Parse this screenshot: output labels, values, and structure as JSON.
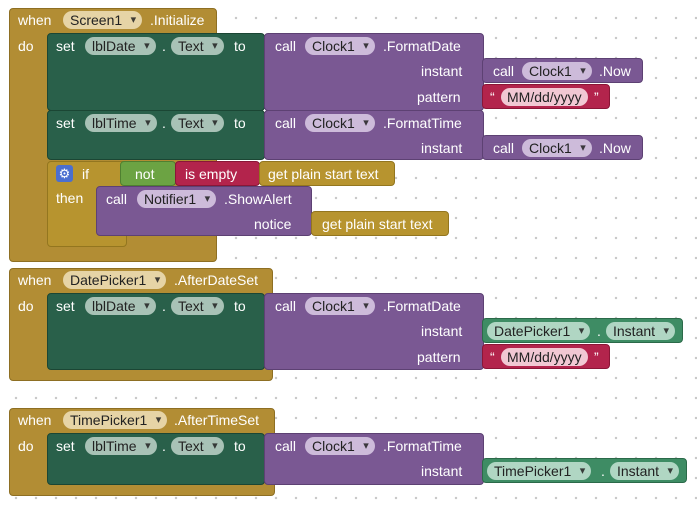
{
  "kw": {
    "when": "when",
    "do": "do",
    "set": "set",
    "to": "to",
    "call": "call",
    "dot": ".",
    "if": "if",
    "then": "then",
    "not": "not",
    "is_empty": "is empty",
    "instant": "instant",
    "pattern": "pattern",
    "notice": "notice",
    "quote_open": "“",
    "quote_close": "”"
  },
  "event1": {
    "component": "Screen1",
    "event": ".Initialize",
    "set1": {
      "target": "lblDate",
      "prop": "Text",
      "call_comp": "Clock1",
      "method": ".FormatDate",
      "instant_comp": "Clock1",
      "instant_method": ".Now",
      "pattern": "MM/dd/yyyy"
    },
    "set2": {
      "target": "lblTime",
      "prop": "Text",
      "call_comp": "Clock1",
      "method": ".FormatTime",
      "instant_comp": "Clock1",
      "instant_method": ".Now"
    },
    "cond_text": "get plain start text",
    "alert_comp": "Notifier1",
    "alert_method": ".ShowAlert",
    "notice_text": "get plain start text"
  },
  "event2": {
    "component": "DatePicker1",
    "event": ".AfterDateSet",
    "set1": {
      "target": "lblDate",
      "prop": "Text",
      "call_comp": "Clock1",
      "method": ".FormatDate",
      "instant_comp": "DatePicker1",
      "instant_prop": "Instant",
      "pattern": "MM/dd/yyyy"
    }
  },
  "event3": {
    "component": "TimePicker1",
    "event": ".AfterTimeSet",
    "set1": {
      "target": "lblTime",
      "prop": "Text",
      "call_comp": "Clock1",
      "method": ".FormatTime",
      "instant_comp": "TimePicker1",
      "instant_prop": "Instant"
    }
  }
}
